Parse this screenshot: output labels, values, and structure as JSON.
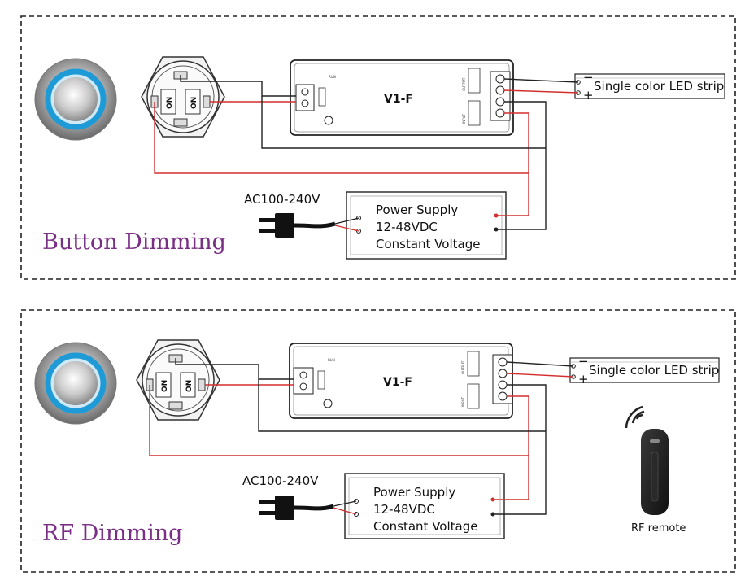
{
  "colors": {
    "title": "#7a2e86",
    "wire_red": "#d32f2f",
    "wire_black": "#222222",
    "ring_blue": "#1e9bd7",
    "border": "#222222"
  },
  "sections": [
    {
      "title": "Button Dimming",
      "controller_label": "V1-F",
      "led_strip_label": "Single color LED strip",
      "power_supply": {
        "line1": "Power Supply",
        "line2": "12-48VDC",
        "line3": "Constant Voltage"
      },
      "ac_label": "AC100-240V",
      "button_on_labels": [
        "ON",
        "ON"
      ],
      "strip_minus": "−",
      "strip_plus": "+",
      "controller_small": {
        "run": "RUN",
        "output": "OUTPUT",
        "input": "INPUT"
      }
    },
    {
      "title": "RF Dimming",
      "controller_label": "V1-F",
      "led_strip_label": "Single color LED strip",
      "power_supply": {
        "line1": "Power Supply",
        "line2": "12-48VDC",
        "line3": "Constant Voltage"
      },
      "ac_label": "AC100-240V",
      "button_on_labels": [
        "ON",
        "ON"
      ],
      "strip_minus": "−",
      "strip_plus": "+",
      "controller_small": {
        "run": "RUN",
        "output": "OUTPUT",
        "input": "INPUT"
      },
      "remote_label": "RF remote"
    }
  ]
}
